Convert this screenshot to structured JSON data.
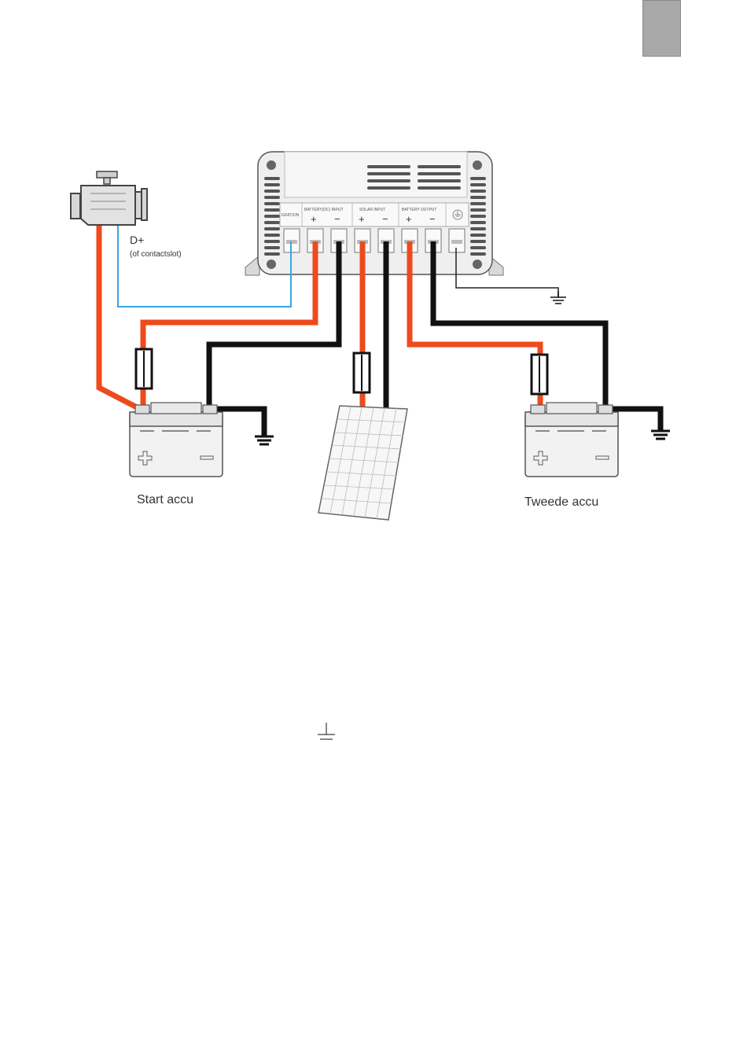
{
  "controller": {
    "ignition_label": "IGNITION",
    "battery_input_label": "BATTERY(DC) INPUT",
    "solar_input_label": "SOLAR INPUT",
    "battery_output_label": "BATTERY OUTPUT",
    "plus": "+",
    "minus": "−"
  },
  "engine": {
    "d_plus_label": "D+",
    "d_plus_note": "(of contactslot)"
  },
  "batteries": {
    "start_label": "Start accu",
    "second_label": "Tweede accu"
  },
  "colors": {
    "positive_wire": "#ee4a1c",
    "negative_wire": "#111111",
    "ignition_wire": "#3aa6e0",
    "page_tab": "#a8a8a8"
  },
  "icons": [
    "engine-icon",
    "battery-icon",
    "solar-panel-icon",
    "fuse-icon",
    "ground-icon"
  ]
}
